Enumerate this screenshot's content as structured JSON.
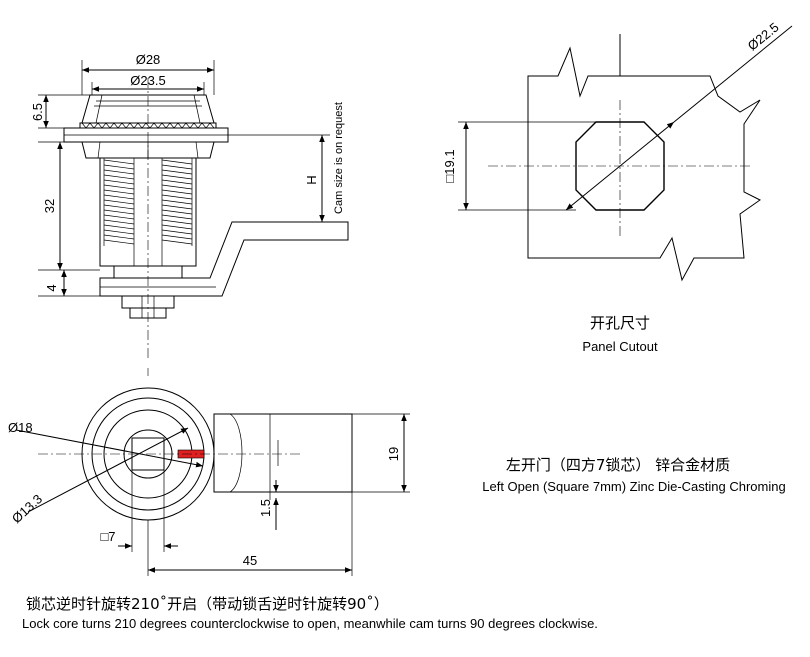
{
  "dimensions": {
    "d28": "Ø28",
    "d23_5": "Ø23.5",
    "h6_5": "6.5",
    "h32": "32",
    "h4": "4",
    "h_label": "H",
    "cam_note": "Cam size is on request",
    "d22_5": "Ø22.5",
    "sq19_1": "□19.1",
    "d18": "Ø18",
    "d13_3": "Ø13.3",
    "sq7": "□7",
    "w45": "45",
    "h19": "19",
    "h1_5": "1.5"
  },
  "captions": {
    "panel_cutout_cn": "开孔尺寸",
    "panel_cutout_en": "Panel Cutout",
    "spec_cn": "左开门（四方7锁芯） 锌合金材质",
    "spec_en": "Left Open (Square 7mm) Zinc Die-Casting Chroming",
    "rotation_cn": "锁芯逆时针旋转210˚开启（带动锁舌逆时针旋转90˚）",
    "rotation_en": "Lock core turns 210 degrees counterclockwise to open, meanwhile cam turns 90 degrees clockwise."
  },
  "colors": {
    "line": "#000000",
    "marker": "#e02020"
  }
}
